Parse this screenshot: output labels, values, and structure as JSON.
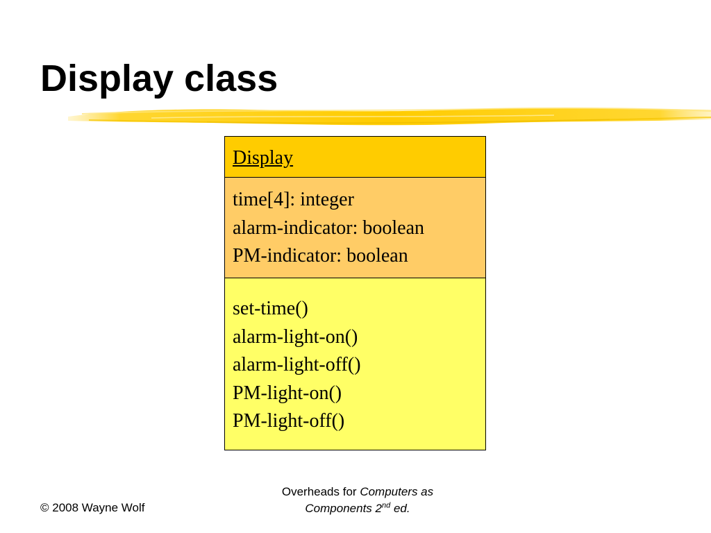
{
  "slide": {
    "title": "Display class"
  },
  "uml_class": {
    "name": "Display",
    "attributes": [
      "time[4]: integer",
      "alarm-indicator: boolean",
      "PM-indicator: boolean"
    ],
    "methods": [
      "set-time()",
      "alarm-light-on()",
      "alarm-light-off()",
      "PM-light-on()",
      "PM-light-off()"
    ]
  },
  "footer": {
    "copyright": "© 2008 Wayne Wolf",
    "overheads_prefix": "Overheads for ",
    "book_title_line1": "Computers as",
    "book_title_line2": "Components 2",
    "edition_sup": "nd",
    "edition_suffix": " ed."
  },
  "colors": {
    "name_fill": "#ffcc00",
    "attributes_fill": "#ffcc66",
    "methods_fill": "#ffff66",
    "brush_stroke": "#ffd21a"
  }
}
